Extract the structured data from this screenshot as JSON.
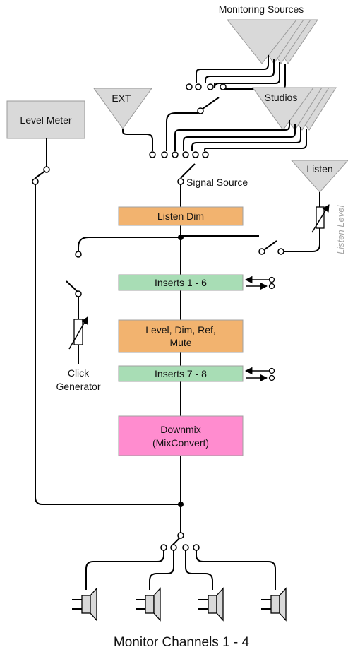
{
  "labels": {
    "monitoring_sources": "Monitoring Sources",
    "ext": "EXT",
    "studios": "Studios",
    "level_meter": "Level Meter",
    "signal_source": "Signal Source",
    "listen": "Listen",
    "listen_level": "Listen Level",
    "listen_dim": "Listen Dim",
    "inserts_1_6": "Inserts 1 - 6",
    "level_dim_line1": "Level, Dim, Ref,",
    "level_dim_line2": "Mute",
    "inserts_7_8": "Inserts 7 - 8",
    "downmix_line1": "Downmix",
    "downmix_line2": "(MixConvert)",
    "click_line1": "Click",
    "click_line2": "Generator",
    "monitor_channels": "Monitor Channels 1 - 4"
  },
  "colors": {
    "source_fill": "#d9d9d9",
    "source_stroke": "#9a9a9a",
    "orange": "#f2b36f",
    "green": "#a8ddb5",
    "pink": "#ff8ccf",
    "wire": "#000000"
  }
}
